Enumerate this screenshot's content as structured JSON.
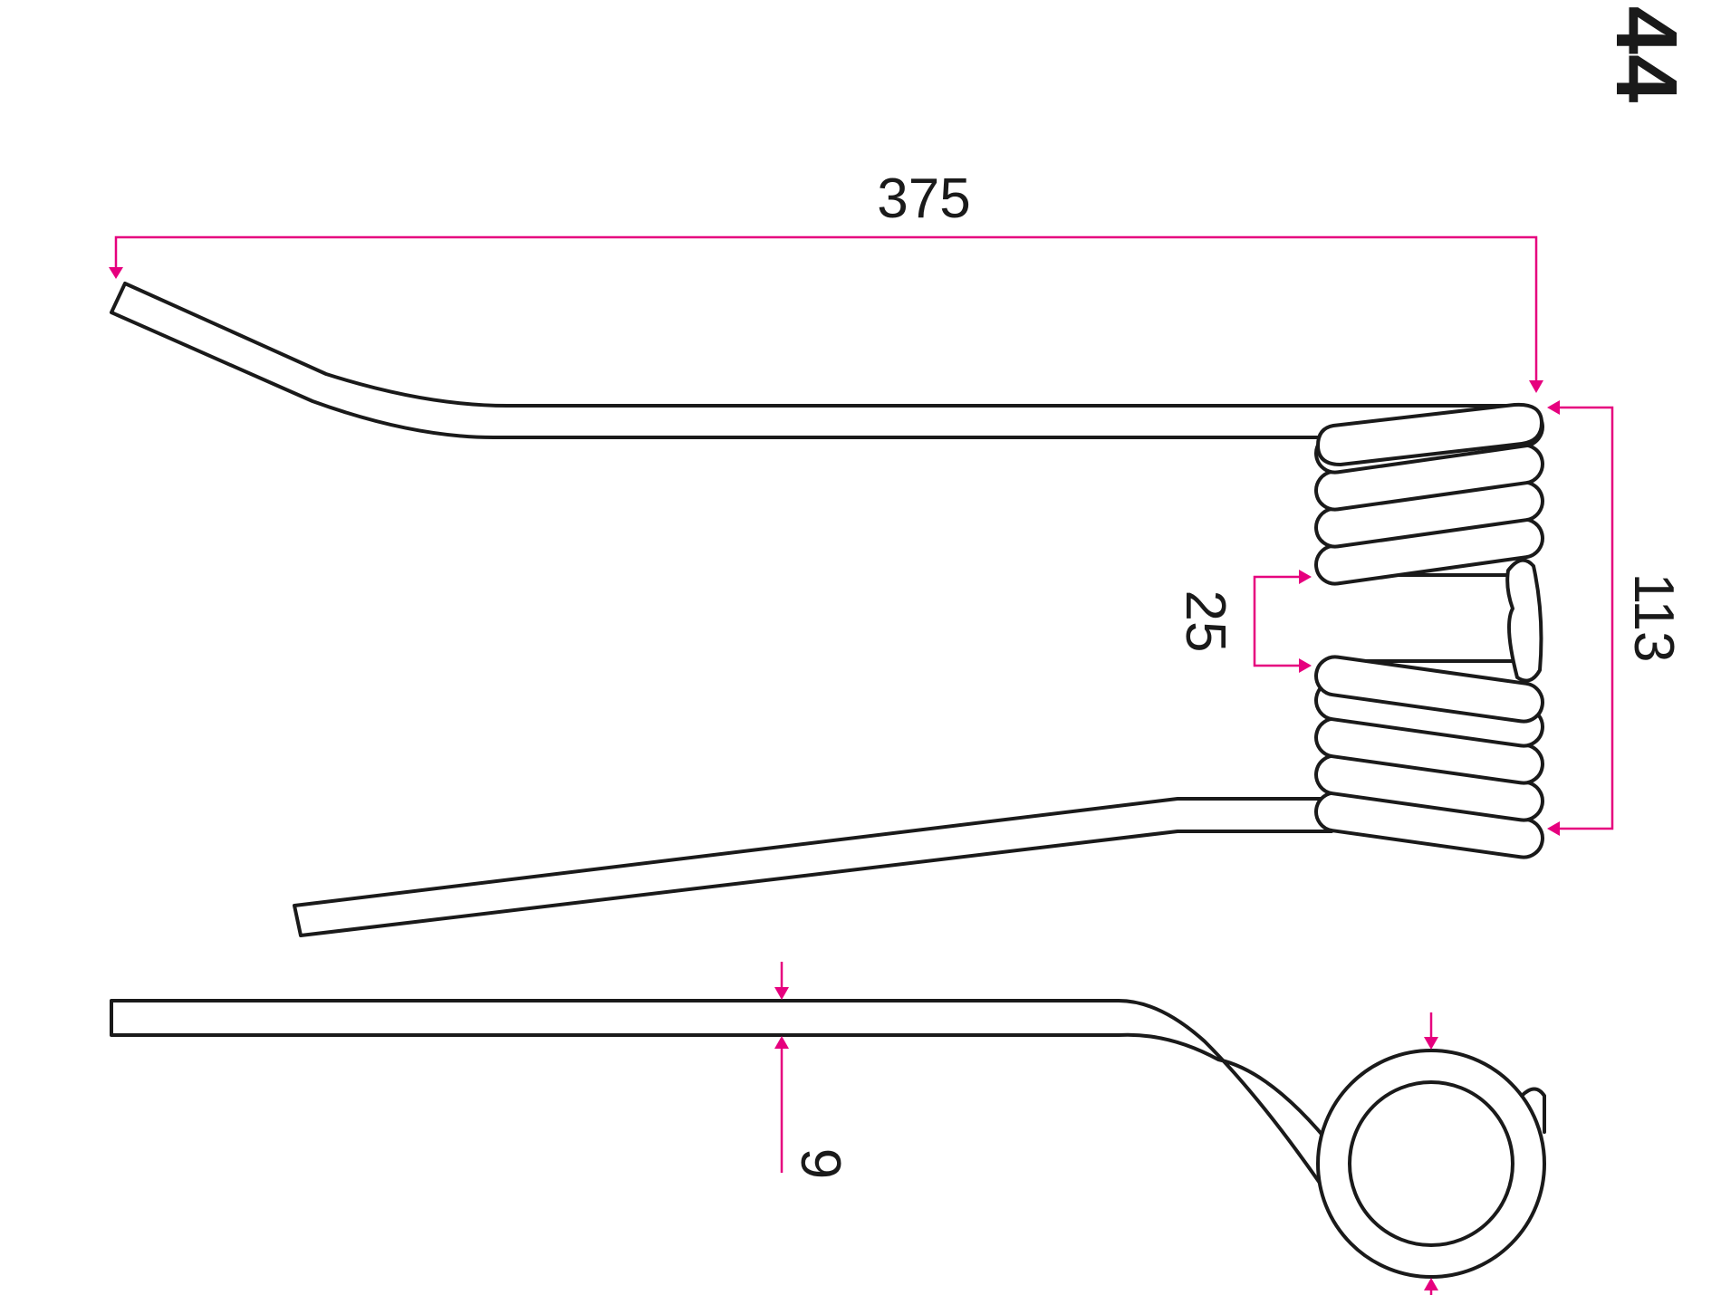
{
  "page_number": "44",
  "dimensions": {
    "overall_length": "375",
    "total_height": "113",
    "gap_between_coils": "25",
    "wire_diameter": "9"
  },
  "colors": {
    "dimension_line": "#e6007e",
    "outline": "#1a1a1a",
    "background": "#ffffff"
  }
}
